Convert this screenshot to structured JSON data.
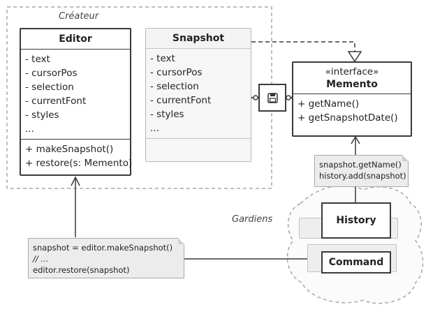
{
  "groups": {
    "originator_label": "Créateur",
    "caretaker_label": "Gardiens"
  },
  "editor": {
    "name": "Editor",
    "fields": [
      "- text",
      "- cursorPos",
      "- selection",
      "- currentFont",
      "- styles",
      "..."
    ],
    "methods": [
      "+ makeSnapshot()",
      "+ restore(s: Memento)"
    ]
  },
  "snapshot": {
    "name": "Snapshot",
    "fields": [
      "- text",
      "- cursorPos",
      "- selection",
      "- currentFont",
      "- styles",
      "..."
    ]
  },
  "memento": {
    "stereotype": "«interface»",
    "name": "Memento",
    "methods": [
      "+ getName()",
      "+ getSnapshotDate()"
    ]
  },
  "caretakers": {
    "history": "History",
    "command": "Command"
  },
  "notes": {
    "history_note": [
      "snapshot.getName()",
      "history.add(snapshot)"
    ],
    "command_note": [
      "snapshot = editor.makeSnapshot()",
      "// ...",
      "editor.restore(snapshot)"
    ]
  },
  "icons": {
    "save": "floppy-disk-icon"
  },
  "colors": {
    "stroke": "#3a3a3a",
    "ghost": "#c4c4c4",
    "note_bg": "#ececec"
  }
}
